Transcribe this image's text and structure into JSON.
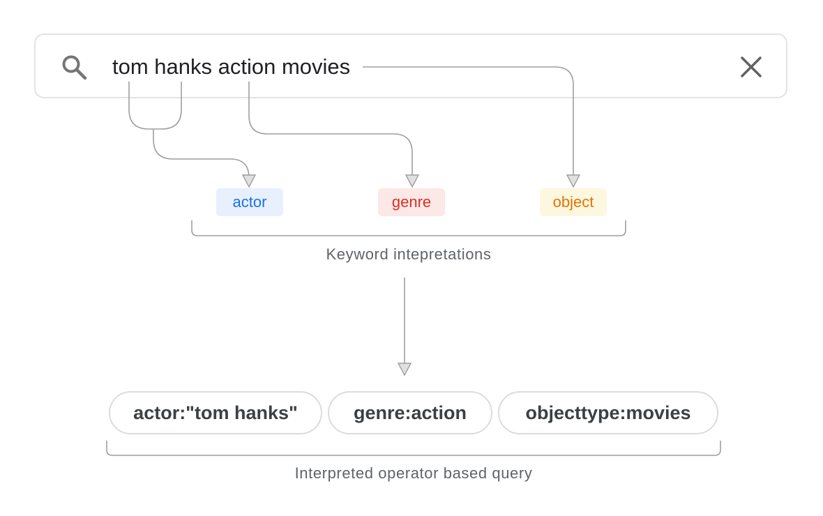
{
  "search": {
    "query": "tom hanks action movies",
    "search_icon": "search-icon",
    "clear_icon": "close-icon"
  },
  "keyword_tags": [
    {
      "label": "actor",
      "color": "#1a73e8",
      "background": "#e8f0fe"
    },
    {
      "label": "genre",
      "color": "#d93025",
      "background": "#fce8e6"
    },
    {
      "label": "object",
      "color": "#e37400",
      "background": "#fef7e0"
    }
  ],
  "captions": {
    "keywords": "Keyword intepretations",
    "query": "Interpreted operator based query"
  },
  "query_chips": [
    {
      "label": "actor:\"tom hanks\""
    },
    {
      "label": "genre:action"
    },
    {
      "label": "objecttype:movies"
    }
  ],
  "colors": {
    "connector": "#9e9e9e",
    "arrow_fill": "#e0e0e0",
    "border": "#e3e3e3",
    "caption": "#5f6368"
  }
}
